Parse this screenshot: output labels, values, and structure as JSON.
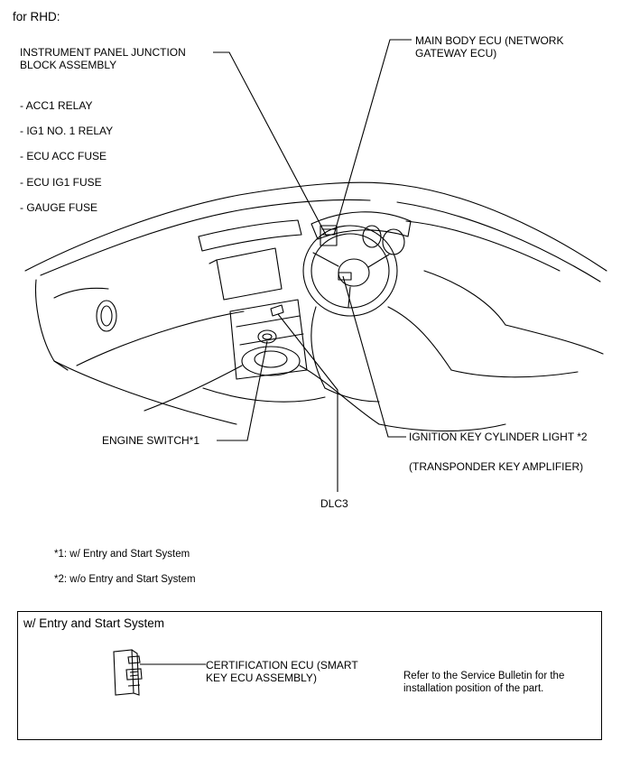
{
  "header": {
    "variant": "for RHD:"
  },
  "labels": {
    "ip_junction_block_line1": "INSTRUMENT PANEL JUNCTION",
    "ip_junction_block_line2": "BLOCK ASSEMBLY",
    "main_body_ecu_line1": "MAIN BODY ECU (NETWORK",
    "main_body_ecu_line2": "GATEWAY ECU)",
    "engine_switch": "ENGINE SWITCH*1",
    "ignition_key_cylinder_light": "IGNITION KEY CYLINDER LIGHT *2",
    "transponder_key_amplifier": "(TRANSPONDER KEY AMPLIFIER)",
    "dlc3": "DLC3"
  },
  "junction_block_items": [
    "- ACC1 RELAY",
    "- IG1 NO. 1 RELAY",
    "- ECU ACC FUSE",
    "- ECU IG1 FUSE",
    "- GAUGE FUSE"
  ],
  "footnotes": [
    "*1: w/ Entry and Start System",
    "*2: w/o Entry and Start System"
  ],
  "entry_start_box": {
    "title": "w/ Entry and Start System",
    "cert_ecu_line1": "CERTIFICATION ECU (SMART",
    "cert_ecu_line2": "KEY ECU ASSEMBLY)",
    "note_line1": "Refer to the Service Bulletin for the",
    "note_line2": "installation position of the part."
  }
}
